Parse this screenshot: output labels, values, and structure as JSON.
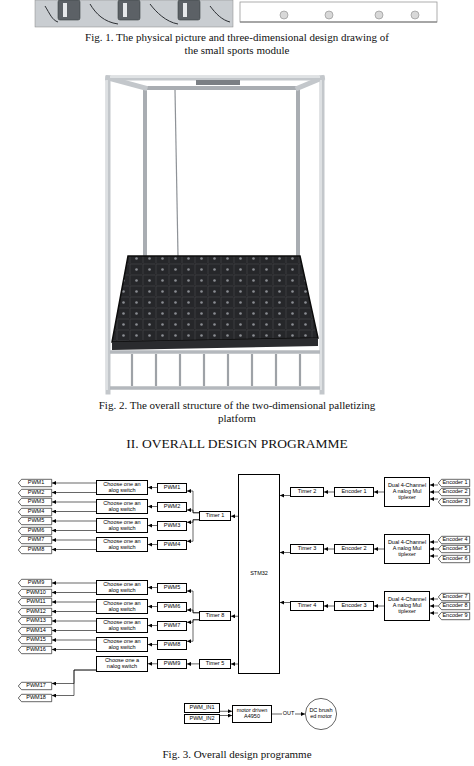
{
  "diagram": {
    "caption": "Fig. 3. Overall design programme",
    "nodes": [
      {
        "text": [
          "PWM1"
        ]
      },
      {
        "text": [
          "PWM2"
        ]
      },
      {
        "text": [
          "PWM3"
        ]
      },
      {
        "text": [
          "PWM4"
        ]
      },
      {
        "text": [
          "PWM5"
        ]
      },
      {
        "text": [
          "PWM6"
        ]
      },
      {
        "text": [
          "PWM7"
        ]
      },
      {
        "text": [
          "PWM8"
        ]
      },
      {
        "text": [
          "PWM9"
        ]
      },
      {
        "text": [
          "PWM10"
        ]
      },
      {
        "text": [
          "PWM11"
        ]
      },
      {
        "text": [
          "PWM12"
        ]
      },
      {
        "text": [
          "PWM13"
        ]
      },
      {
        "text": [
          "PWM14"
        ]
      },
      {
        "text": [
          "PWM15"
        ]
      },
      {
        "text": [
          "PWM16"
        ]
      },
      {
        "text": [
          "PWM17"
        ]
      },
      {
        "text": [
          "PWM18"
        ]
      },
      {
        "text": [
          "Choose one an alog switch"
        ]
      },
      {
        "text": [
          "Choose one an alog switch"
        ]
      },
      {
        "text": [
          "Choose one an alog switch"
        ]
      },
      {
        "text": [
          "Choose one an alog switch"
        ]
      },
      {
        "text": [
          "Choose one an alog switch"
        ]
      },
      {
        "text": [
          "Choose one an alog switch"
        ]
      },
      {
        "text": [
          "Choose one an alog switch"
        ]
      },
      {
        "text": [
          "Choose one an alog switch"
        ]
      },
      {
        "text": [
          "Choose one a nalog switch"
        ]
      },
      {
        "text": [
          "PWM1"
        ]
      },
      {
        "text": [
          "PWM2"
        ]
      },
      {
        "text": [
          "PWM3"
        ]
      },
      {
        "text": [
          "PWM4"
        ]
      },
      {
        "text": [
          "PWM5"
        ]
      },
      {
        "text": [
          "PWM6"
        ]
      },
      {
        "text": [
          "PWM7"
        ]
      },
      {
        "text": [
          "PWM8"
        ]
      },
      {
        "text": [
          "PWM9"
        ]
      },
      {
        "text": [
          "Timer 1"
        ]
      },
      {
        "text": [
          "Timer 8"
        ]
      },
      {
        "text": [
          "Timer 5"
        ]
      },
      {
        "text": [
          "STM32"
        ]
      },
      {
        "text": [
          "Timer 2"
        ]
      },
      {
        "text": [
          "Timer 3"
        ]
      },
      {
        "text": [
          "Timer 4"
        ]
      },
      {
        "text": [
          "Encoder 1"
        ]
      },
      {
        "text": [
          "Encoder 2"
        ]
      },
      {
        "text": [
          "Encoder 3"
        ]
      },
      {
        "text": [
          "Dual 4-Channel A nalog Mul tiplexer"
        ]
      },
      {
        "text": [
          "Dual 4-Channel A nalog Mul tiplexer"
        ]
      },
      {
        "text": [
          "Dual 4-Channel A nalog Mul tiplexer"
        ]
      },
      {
        "text": [
          "Encoder 1"
        ]
      },
      {
        "text": [
          "Encoder 2"
        ]
      },
      {
        "text": [
          "Encoder 3"
        ]
      },
      {
        "text": [
          "Encoder 4"
        ]
      },
      {
        "text": [
          "Encoder 5"
        ]
      },
      {
        "text": [
          "Encoder 6"
        ]
      },
      {
        "text": [
          "Encoder 7"
        ]
      },
      {
        "text": [
          "Encoder 8"
        ]
      },
      {
        "text": [
          "Encoder 9"
        ]
      },
      {
        "text": [
          "PWM_IN1"
        ]
      },
      {
        "text": [
          "PWM_IN2"
        ]
      },
      {
        "text": [
          "motor driven A4950"
        ]
      },
      {
        "text": [
          "DC brush ed motor"
        ]
      }
    ],
    "edges": [
      {
        "from": 39,
        "to": 36,
        "arrow": "to"
      },
      {
        "from": 39,
        "to": 37,
        "arrow": "to"
      },
      {
        "from": 39,
        "to": 38,
        "arrow": "to"
      },
      {
        "from": 36,
        "to": 27,
        "arrow": "to"
      },
      {
        "from": 36,
        "to": 28,
        "arrow": "to"
      },
      {
        "from": 36,
        "to": 29,
        "arrow": "to"
      },
      {
        "from": 36,
        "to": 30,
        "arrow": "to"
      },
      {
        "from": 37,
        "to": 31,
        "arrow": "to"
      },
      {
        "from": 37,
        "to": 32,
        "arrow": "to"
      },
      {
        "from": 37,
        "to": 33,
        "arrow": "to"
      },
      {
        "from": 37,
        "to": 34,
        "arrow": "to"
      },
      {
        "from": 38,
        "to": 35,
        "arrow": "to"
      },
      {
        "from": 27,
        "to": 18,
        "arrow": "to"
      },
      {
        "from": 28,
        "to": 19,
        "arrow": "to"
      },
      {
        "from": 29,
        "to": 20,
        "arrow": "to"
      },
      {
        "from": 30,
        "to": 21,
        "arrow": "to"
      },
      {
        "from": 31,
        "to": 22,
        "arrow": "to"
      },
      {
        "from": 32,
        "to": 23,
        "arrow": "to"
      },
      {
        "from": 33,
        "to": 24,
        "arrow": "to"
      },
      {
        "from": 34,
        "to": 25,
        "arrow": "to"
      },
      {
        "from": 35,
        "to": 26,
        "arrow": "to"
      },
      {
        "from": 18,
        "to": 0,
        "arrow": "to"
      },
      {
        "from": 18,
        "to": 1,
        "arrow": "to"
      },
      {
        "from": 19,
        "to": 2,
        "arrow": "to"
      },
      {
        "from": 19,
        "to": 3,
        "arrow": "to"
      },
      {
        "from": 20,
        "to": 4,
        "arrow": "to"
      },
      {
        "from": 20,
        "to": 5,
        "arrow": "to"
      },
      {
        "from": 21,
        "to": 6,
        "arrow": "to"
      },
      {
        "from": 21,
        "to": 7,
        "arrow": "to"
      },
      {
        "from": 22,
        "to": 8,
        "arrow": "to"
      },
      {
        "from": 22,
        "to": 9,
        "arrow": "to"
      },
      {
        "from": 23,
        "to": 10,
        "arrow": "to"
      },
      {
        "from": 23,
        "to": 11,
        "arrow": "to"
      },
      {
        "from": 24,
        "to": 12,
        "arrow": "to"
      },
      {
        "from": 24,
        "to": 13,
        "arrow": "to"
      },
      {
        "from": 25,
        "to": 14,
        "arrow": "to"
      },
      {
        "from": 25,
        "to": 15,
        "arrow": "to"
      },
      {
        "from": 26,
        "to": 16,
        "arrow": "to"
      },
      {
        "from": 26,
        "to": 17,
        "arrow": "to"
      },
      {
        "from": 49,
        "to": 46,
        "arrow": "to"
      },
      {
        "from": 50,
        "to": 46,
        "arrow": "to"
      },
      {
        "from": 51,
        "to": 46,
        "arrow": "to"
      },
      {
        "from": 52,
        "to": 47,
        "arrow": "to"
      },
      {
        "from": 53,
        "to": 47,
        "arrow": "to"
      },
      {
        "from": 54,
        "to": 47,
        "arrow": "to"
      },
      {
        "from": 55,
        "to": 48,
        "arrow": "to"
      },
      {
        "from": 56,
        "to": 48,
        "arrow": "to"
      },
      {
        "from": 57,
        "to": 48,
        "arrow": "to"
      },
      {
        "from": 46,
        "to": 43,
        "arrow": "to"
      },
      {
        "from": 47,
        "to": 44,
        "arrow": "to"
      },
      {
        "from": 48,
        "to": 45,
        "arrow": "to"
      },
      {
        "from": 43,
        "to": 40,
        "arrow": "to"
      },
      {
        "from": 44,
        "to": 41,
        "arrow": "to"
      },
      {
        "from": 45,
        "to": 42,
        "arrow": "to"
      },
      {
        "from": 40,
        "to": 39,
        "arrow": "to"
      },
      {
        "from": 41,
        "to": 39,
        "arrow": "to"
      },
      {
        "from": 42,
        "to": 39,
        "arrow": "to"
      },
      {
        "from": 58,
        "to": 60,
        "arrow": "to"
      },
      {
        "from": 59,
        "to": 60,
        "arrow": "to"
      },
      {
        "from": 60,
        "to": 61,
        "label": "OUT",
        "arrow": "to"
      }
    ],
    "labels": [
      "Fig. 1. The physical picture and three-dimensional design drawing of the small sports module",
      "Fig. 2. The overall structure of the two-dimensional palletizing platform",
      "II. OVERALL DESIGN PROGRAMME"
    ]
  }
}
